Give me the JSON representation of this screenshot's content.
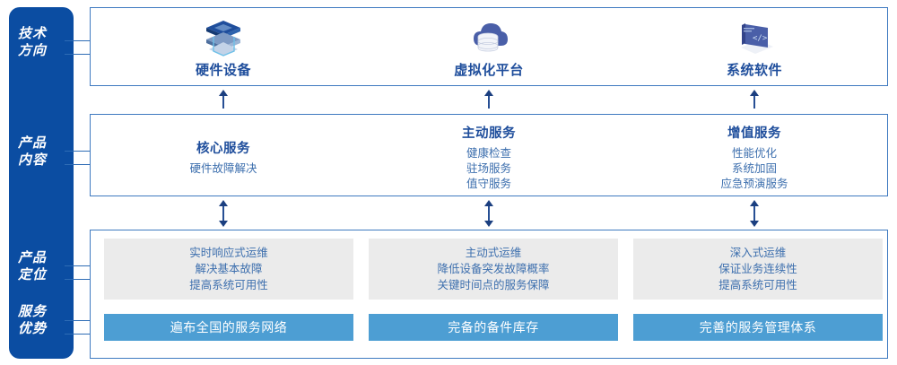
{
  "colors": {
    "sidebar_blue": "#0b4da2",
    "box_border_blue": "#3f7ac0",
    "title_blue": "#1f4e9c",
    "text_blue": "#3d6fae",
    "gray_card": "#ebebeb",
    "bar_blue": "#4d9ed3",
    "arrow_blue": "#1b3f80"
  },
  "sidebar": {
    "items": [
      {
        "name": "tech-direction",
        "line1": "技术",
        "line2": "方向"
      },
      {
        "name": "product-content",
        "line1": "产品",
        "line2": "内容"
      },
      {
        "name": "product-position",
        "line1": "产品",
        "line2": "定位"
      },
      {
        "name": "service-advantage",
        "line1": "服务",
        "line2": "优势"
      }
    ]
  },
  "tech_row": {
    "columns": [
      {
        "icon": "server-stack-icon",
        "label": "硬件设备"
      },
      {
        "icon": "cloud-database-icon",
        "label": "虚拟化平台"
      },
      {
        "icon": "laptop-code-icon",
        "label": "系统软件"
      }
    ]
  },
  "content_row": {
    "columns": [
      {
        "title": "核心服务",
        "items": [
          "硬件故障解决"
        ]
      },
      {
        "title": "主动服务",
        "items": [
          "健康检查",
          "驻场服务",
          "值守服务"
        ]
      },
      {
        "title": "增值服务",
        "items": [
          "性能优化",
          "系统加固",
          "应急预演服务"
        ]
      }
    ]
  },
  "position_row": {
    "cards": [
      {
        "lines": [
          "实时响应式运维",
          "解决基本故障",
          "提高系统可用性"
        ]
      },
      {
        "lines": [
          "主动式运维",
          "降低设备突发故障概率",
          "关键时间点的服务保障"
        ]
      },
      {
        "lines": [
          "深入式运维",
          "保证业务连续性",
          "提高系统可用性"
        ]
      }
    ]
  },
  "advantage_row": {
    "bars": [
      "遍布全国的服务网络",
      "完备的备件库存",
      "完善的服务管理体系"
    ]
  }
}
